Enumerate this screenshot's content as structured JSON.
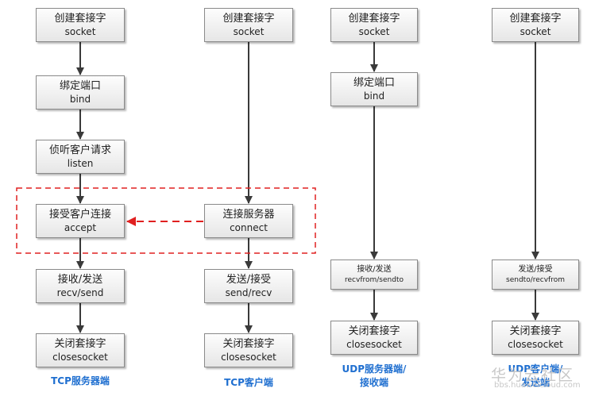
{
  "colors": {
    "arrow": "#3a3a3a",
    "dashed": "#e02020",
    "caption": "#1f6fd0"
  },
  "columns": [
    {
      "caption_lines": [
        "TCP服务器端"
      ],
      "boxes": [
        {
          "cn": "创建套接字",
          "en": "socket"
        },
        {
          "cn": "绑定端口",
          "en": "bind"
        },
        {
          "cn": "侦听客户请求",
          "en": "listen"
        },
        {
          "cn": "接受客户连接",
          "en": "accept"
        },
        {
          "cn": "接收/发送",
          "en": "recv/send"
        },
        {
          "cn": "关闭套接字",
          "en": "closesocket"
        }
      ]
    },
    {
      "caption_lines": [
        "TCP客户端"
      ],
      "boxes": [
        {
          "cn": "创建套接字",
          "en": "socket"
        },
        {
          "cn": "连接服务器",
          "en": "connect"
        },
        {
          "cn": "发送/接受",
          "en": "send/recv"
        },
        {
          "cn": "关闭套接字",
          "en": "closesocket"
        }
      ]
    },
    {
      "caption_lines": [
        "UDP服务器端/",
        "接收端"
      ],
      "boxes": [
        {
          "cn": "创建套接字",
          "en": "socket"
        },
        {
          "cn": "绑定端口",
          "en": "bind"
        },
        {
          "cn": "接收/发送",
          "en": "recvfrom/sendto"
        },
        {
          "cn": "关闭套接字",
          "en": "closesocket"
        }
      ]
    },
    {
      "caption_lines": [
        "UDP客户端/",
        "发送端"
      ],
      "boxes": [
        {
          "cn": "创建套接字",
          "en": "socket"
        },
        {
          "cn": "发送/接受",
          "en": "sendto/recvfrom"
        },
        {
          "cn": "关闭套接字",
          "en": "closesocket"
        }
      ]
    }
  ],
  "watermark": {
    "line1": "华为云社区",
    "line2": "bbs.huaweicloud.com"
  }
}
